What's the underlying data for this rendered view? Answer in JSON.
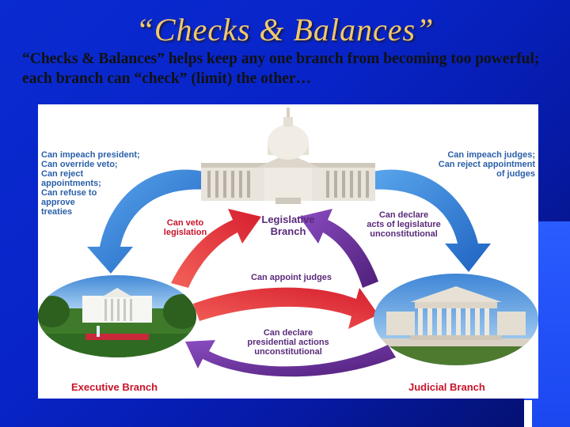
{
  "slide": {
    "title": "“Checks & Balances”",
    "subtitle": "“Checks & Balances” helps keep any one branch from becoming too powerful; each branch can “check” (limit) the other…"
  },
  "diagram": {
    "branches": {
      "legislative": "Legislative\nBranch",
      "executive": "Executive Branch",
      "judicial": "Judicial Branch"
    },
    "checks": {
      "legislative_on_executive": "Can impeach president;\nCan override veto;\nCan reject\nappointments;\nCan refuse to\napprove\ntreaties",
      "legislative_on_judicial": "Can impeach judges;\nCan reject appointment\nof judges",
      "executive_on_legislative": "Can veto\nlegislation",
      "judicial_on_legislative": "Can declare\nacts of legislature\nunconstitutional",
      "executive_on_judicial": "Can appoint judges",
      "judicial_on_executive": "Can declare\npresidential actions\nunconstitutional"
    }
  },
  "colors": {
    "title": "#f2c96a",
    "blue_arrow": "#2f7fd6",
    "red_arrow": "#e8303a",
    "purple_arrow": "#6a2f9a"
  }
}
